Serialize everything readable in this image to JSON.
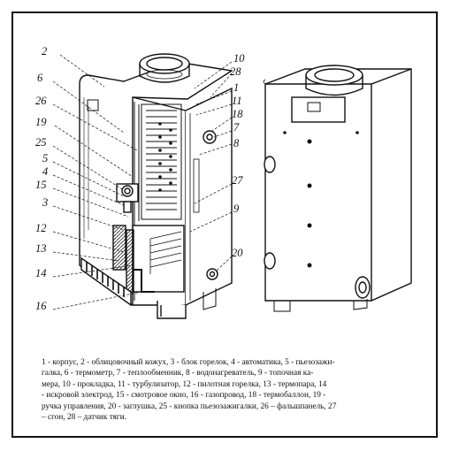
{
  "callouts": {
    "n1": "1",
    "n2": "2",
    "n3": "3",
    "n4": "4",
    "n5": "5",
    "n6": "6",
    "n7": "7",
    "n8": "8",
    "n9": "9",
    "n10": "10",
    "n11": "11",
    "n12": "12",
    "n13": "13",
    "n14": "14",
    "n15": "15",
    "n16": "16",
    "n18": "18",
    "n19": "19",
    "n20": "20",
    "n25": "25",
    "n26": "26",
    "n27": "27",
    "n28": "28"
  },
  "legend": {
    "line1": "1 - корпус, 2 - облицовочный кожух, 3 - блок горелок, 4 - автоматика, 5 - пьезозажи-",
    "line2": "галка, 6 - термометр, 7 - теплообменник, 8 - водонагреватель,             9 - топочная ка-",
    "line3": "мера, 10 - прокладка, 11 - турбулизатор, 12 - пилотная горелка,      13 - термопара, 14",
    "line4": "- искровой электрод, 15 - смотровое окно, 16 - газопровод,       18 - термобаллон, 19 -",
    "line5": "ручка управления, 20 - заглушка, 25 - кнопка пьезозажигалки, 26 – фальшпанель, 27",
    "line6": "– сгон, 28 – датчик тяги."
  }
}
